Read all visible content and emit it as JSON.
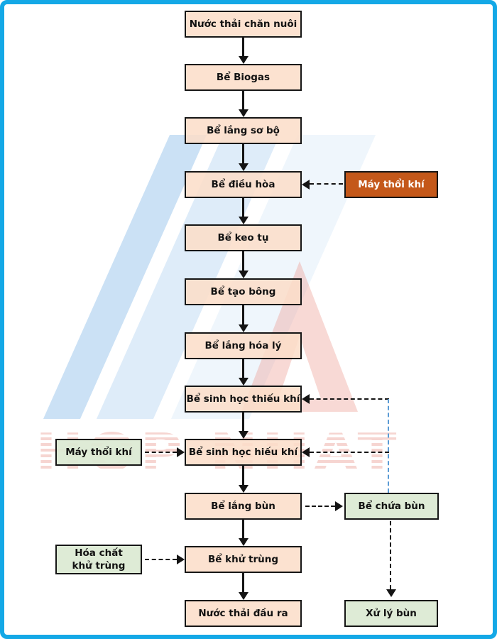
{
  "diagram": {
    "watermark": "HOP NHAT",
    "colors": {
      "frame": "#14A8E6",
      "process_fill": "#FBDDC8",
      "aux_green_fill": "#DBE9D3",
      "machine_orange_fill": "#C4581A",
      "recycle_line_blue": "#5B9BD5",
      "line_black": "#141414"
    },
    "main_flow": [
      "Nước thải chăn nuôi",
      "Bể Biogas",
      "Bể lắng sơ bộ",
      "Bể điều hòa",
      "Bể keo tụ",
      "Bể tạo bông",
      "Bể lắng hóa lý",
      "Bể sinh học thiếu khí",
      "Bể sinh học hiếu khí",
      "Bể lắng bùn",
      "Bể khử trùng",
      "Nước thải đầu ra"
    ],
    "aux": {
      "air_blower_top": "Máy thổi khí",
      "air_blower_mid": "Máy thổi khí",
      "disinfect_chemical": "Hóa chất khử trùng",
      "sludge_storage": "Bể chứa bùn",
      "sludge_treatment": "Xử lý bùn"
    }
  }
}
